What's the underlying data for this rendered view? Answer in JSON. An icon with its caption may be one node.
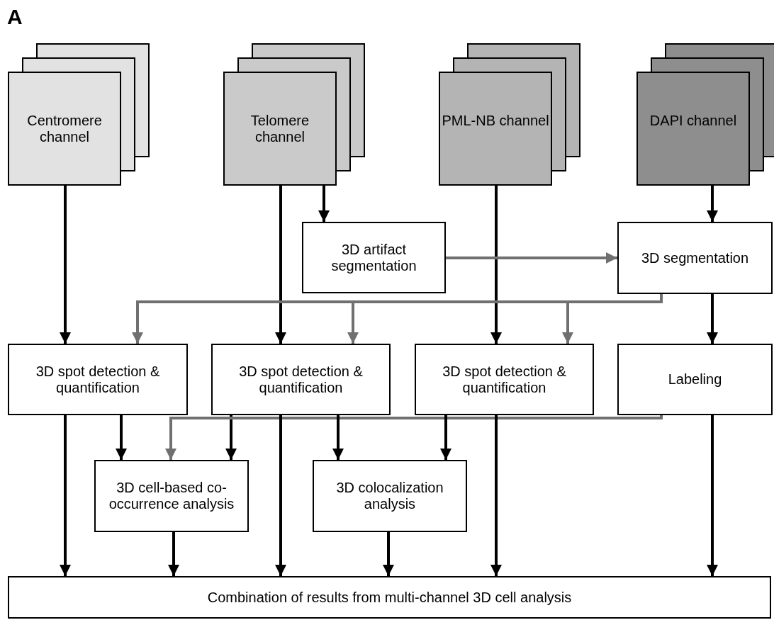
{
  "diagram": {
    "nodes": [
      {
        "text": [
          "Centromere channel"
        ]
      },
      {
        "text": [
          "Telomere channel"
        ]
      },
      {
        "text": [
          "PML-NB channel"
        ]
      },
      {
        "text": [
          "DAPI channel"
        ]
      },
      {
        "text": [
          "3D artifact segmentation"
        ]
      },
      {
        "text": [
          "3D segmentation"
        ]
      },
      {
        "text": [
          "3D spot detection & quantification"
        ]
      },
      {
        "text": [
          "3D spot detection & quantification"
        ]
      },
      {
        "text": [
          "3D spot detection & quantification"
        ]
      },
      {
        "text": [
          "Labeling"
        ]
      },
      {
        "text": [
          "3D cell-based co-occurrence analysis"
        ]
      },
      {
        "text": [
          "3D colocalization analysis"
        ]
      },
      {
        "text": [
          "Combination of results from multi-channel 3D cell analysis"
        ]
      }
    ],
    "edges": [
      {
        "from": 0,
        "to": 6,
        "arrow": "to"
      },
      {
        "from": 1,
        "to": 4,
        "arrow": "to"
      },
      {
        "from": 1,
        "to": 7,
        "arrow": "to"
      },
      {
        "from": 2,
        "to": 8,
        "arrow": "to"
      },
      {
        "from": 3,
        "to": 5,
        "arrow": "to"
      },
      {
        "from": 4,
        "to": 5,
        "arrow": "to",
        "color": "#707070"
      },
      {
        "from": 5,
        "to": 6,
        "arrow": "to",
        "color": "#707070"
      },
      {
        "from": 5,
        "to": 7,
        "arrow": "to",
        "color": "#707070"
      },
      {
        "from": 5,
        "to": 8,
        "arrow": "to",
        "color": "#707070"
      },
      {
        "from": 5,
        "to": 9,
        "arrow": "to"
      },
      {
        "from": 6,
        "to": 10,
        "arrow": "to"
      },
      {
        "from": 7,
        "to": 10,
        "arrow": "to"
      },
      {
        "from": 9,
        "to": 10,
        "arrow": "to",
        "color": "#707070"
      },
      {
        "from": 7,
        "to": 11,
        "arrow": "to"
      },
      {
        "from": 8,
        "to": 11,
        "arrow": "to"
      },
      {
        "from": 6,
        "to": 12,
        "arrow": "to"
      },
      {
        "from": 10,
        "to": 12,
        "arrow": "to"
      },
      {
        "from": 7,
        "to": 12,
        "arrow": "to"
      },
      {
        "from": 11,
        "to": 12,
        "arrow": "to"
      },
      {
        "from": 8,
        "to": 12,
        "arrow": "to"
      },
      {
        "from": 9,
        "to": 12,
        "arrow": "to"
      }
    ],
    "labels": [
      "A"
    ]
  }
}
